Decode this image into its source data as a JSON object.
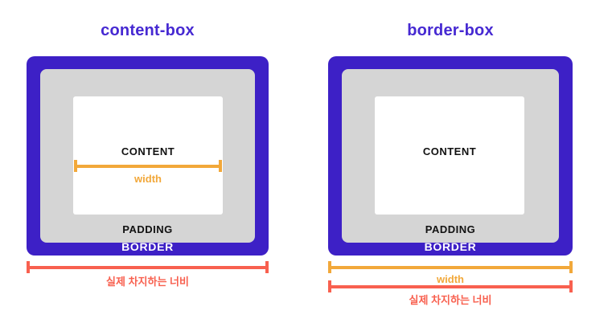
{
  "colors": {
    "page_bg": "#ffffff",
    "title_text": "#4629d2",
    "box_border": "#3d20c6",
    "padding_bg": "#d5d5d5",
    "content_bg": "#ffffff",
    "dark_text": "#111111",
    "border_label_text": "#ffffff",
    "width_accent": "#f2a83a",
    "actual_accent": "#f8604f"
  },
  "panels": [
    {
      "title": "content-box",
      "content_label": "CONTENT",
      "width_label": "width",
      "padding_label": "PADDING",
      "border_label": "BORDER",
      "actual_width_label": "실제 차지하는 너비"
    },
    {
      "title": "border-box",
      "content_label": "CONTENT",
      "width_label": "width",
      "padding_label": "PADDING",
      "border_label": "BORDER",
      "actual_width_label": "실제 차지하는 너비"
    }
  ]
}
